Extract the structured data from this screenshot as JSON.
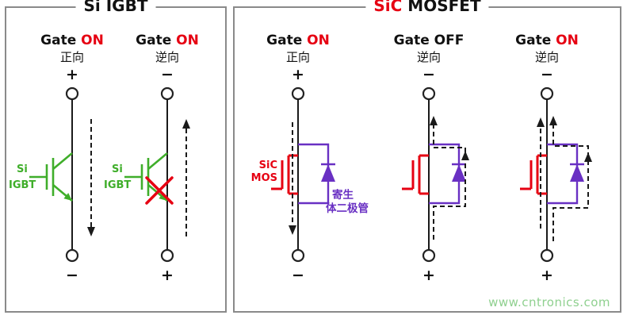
{
  "left_panel": {
    "title": "Si IGBT",
    "circuits": [
      {
        "gate_word": "Gate",
        "gate_state": "ON",
        "direction": "正向",
        "top_sign": "+",
        "bottom_sign": "−",
        "device_line1": "Si",
        "device_line2": "IGBT"
      },
      {
        "gate_word": "Gate",
        "gate_state": "ON",
        "direction": "逆向",
        "top_sign": "−",
        "bottom_sign": "+",
        "device_line1": "Si",
        "device_line2": "IGBT"
      }
    ]
  },
  "right_panel": {
    "title_accent": "SiC",
    "title_main": " MOSFET",
    "circuits": [
      {
        "gate_word": "Gate",
        "gate_state": "ON",
        "direction": "正向",
        "top_sign": "+",
        "bottom_sign": "−",
        "device_line1": "SiC",
        "device_line2": "MOS",
        "diode_line1": "寄生",
        "diode_line2": "体二极管"
      },
      {
        "gate_word": "Gate",
        "gate_state": "OFF",
        "direction": "逆向",
        "top_sign": "−",
        "bottom_sign": "+"
      },
      {
        "gate_word": "Gate",
        "gate_state": "ON",
        "direction": "逆向",
        "top_sign": "−",
        "bottom_sign": "+"
      }
    ]
  },
  "watermark": "www.cntronics.com",
  "colors": {
    "igbt_green": "#3fae2a",
    "accent_red": "#e60012",
    "body_diode_purple": "#6930c3",
    "wire_black": "#1a1a1a",
    "panel_border": "#8a8a8a",
    "watermark_green": "#8fd08f"
  }
}
